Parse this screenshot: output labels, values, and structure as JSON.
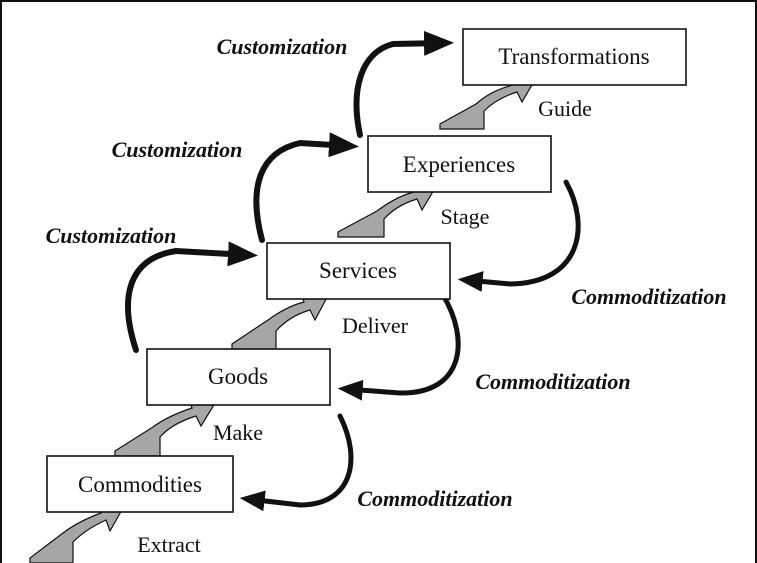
{
  "stages": [
    {
      "label": "Commodities",
      "verb": "Extract"
    },
    {
      "label": "Goods",
      "verb": "Make"
    },
    {
      "label": "Services",
      "verb": "Deliver"
    },
    {
      "label": "Experiences",
      "verb": "Stage"
    },
    {
      "label": "Transformations",
      "verb": "Guide"
    }
  ],
  "customization": [
    "Customization",
    "Customization",
    "Customization"
  ],
  "commoditization": [
    "Commoditization",
    "Commoditization",
    "Commoditization"
  ],
  "colors": {
    "frame": "#111111",
    "arrow_fill": "#a6a6a6",
    "background": "#ffffff"
  }
}
